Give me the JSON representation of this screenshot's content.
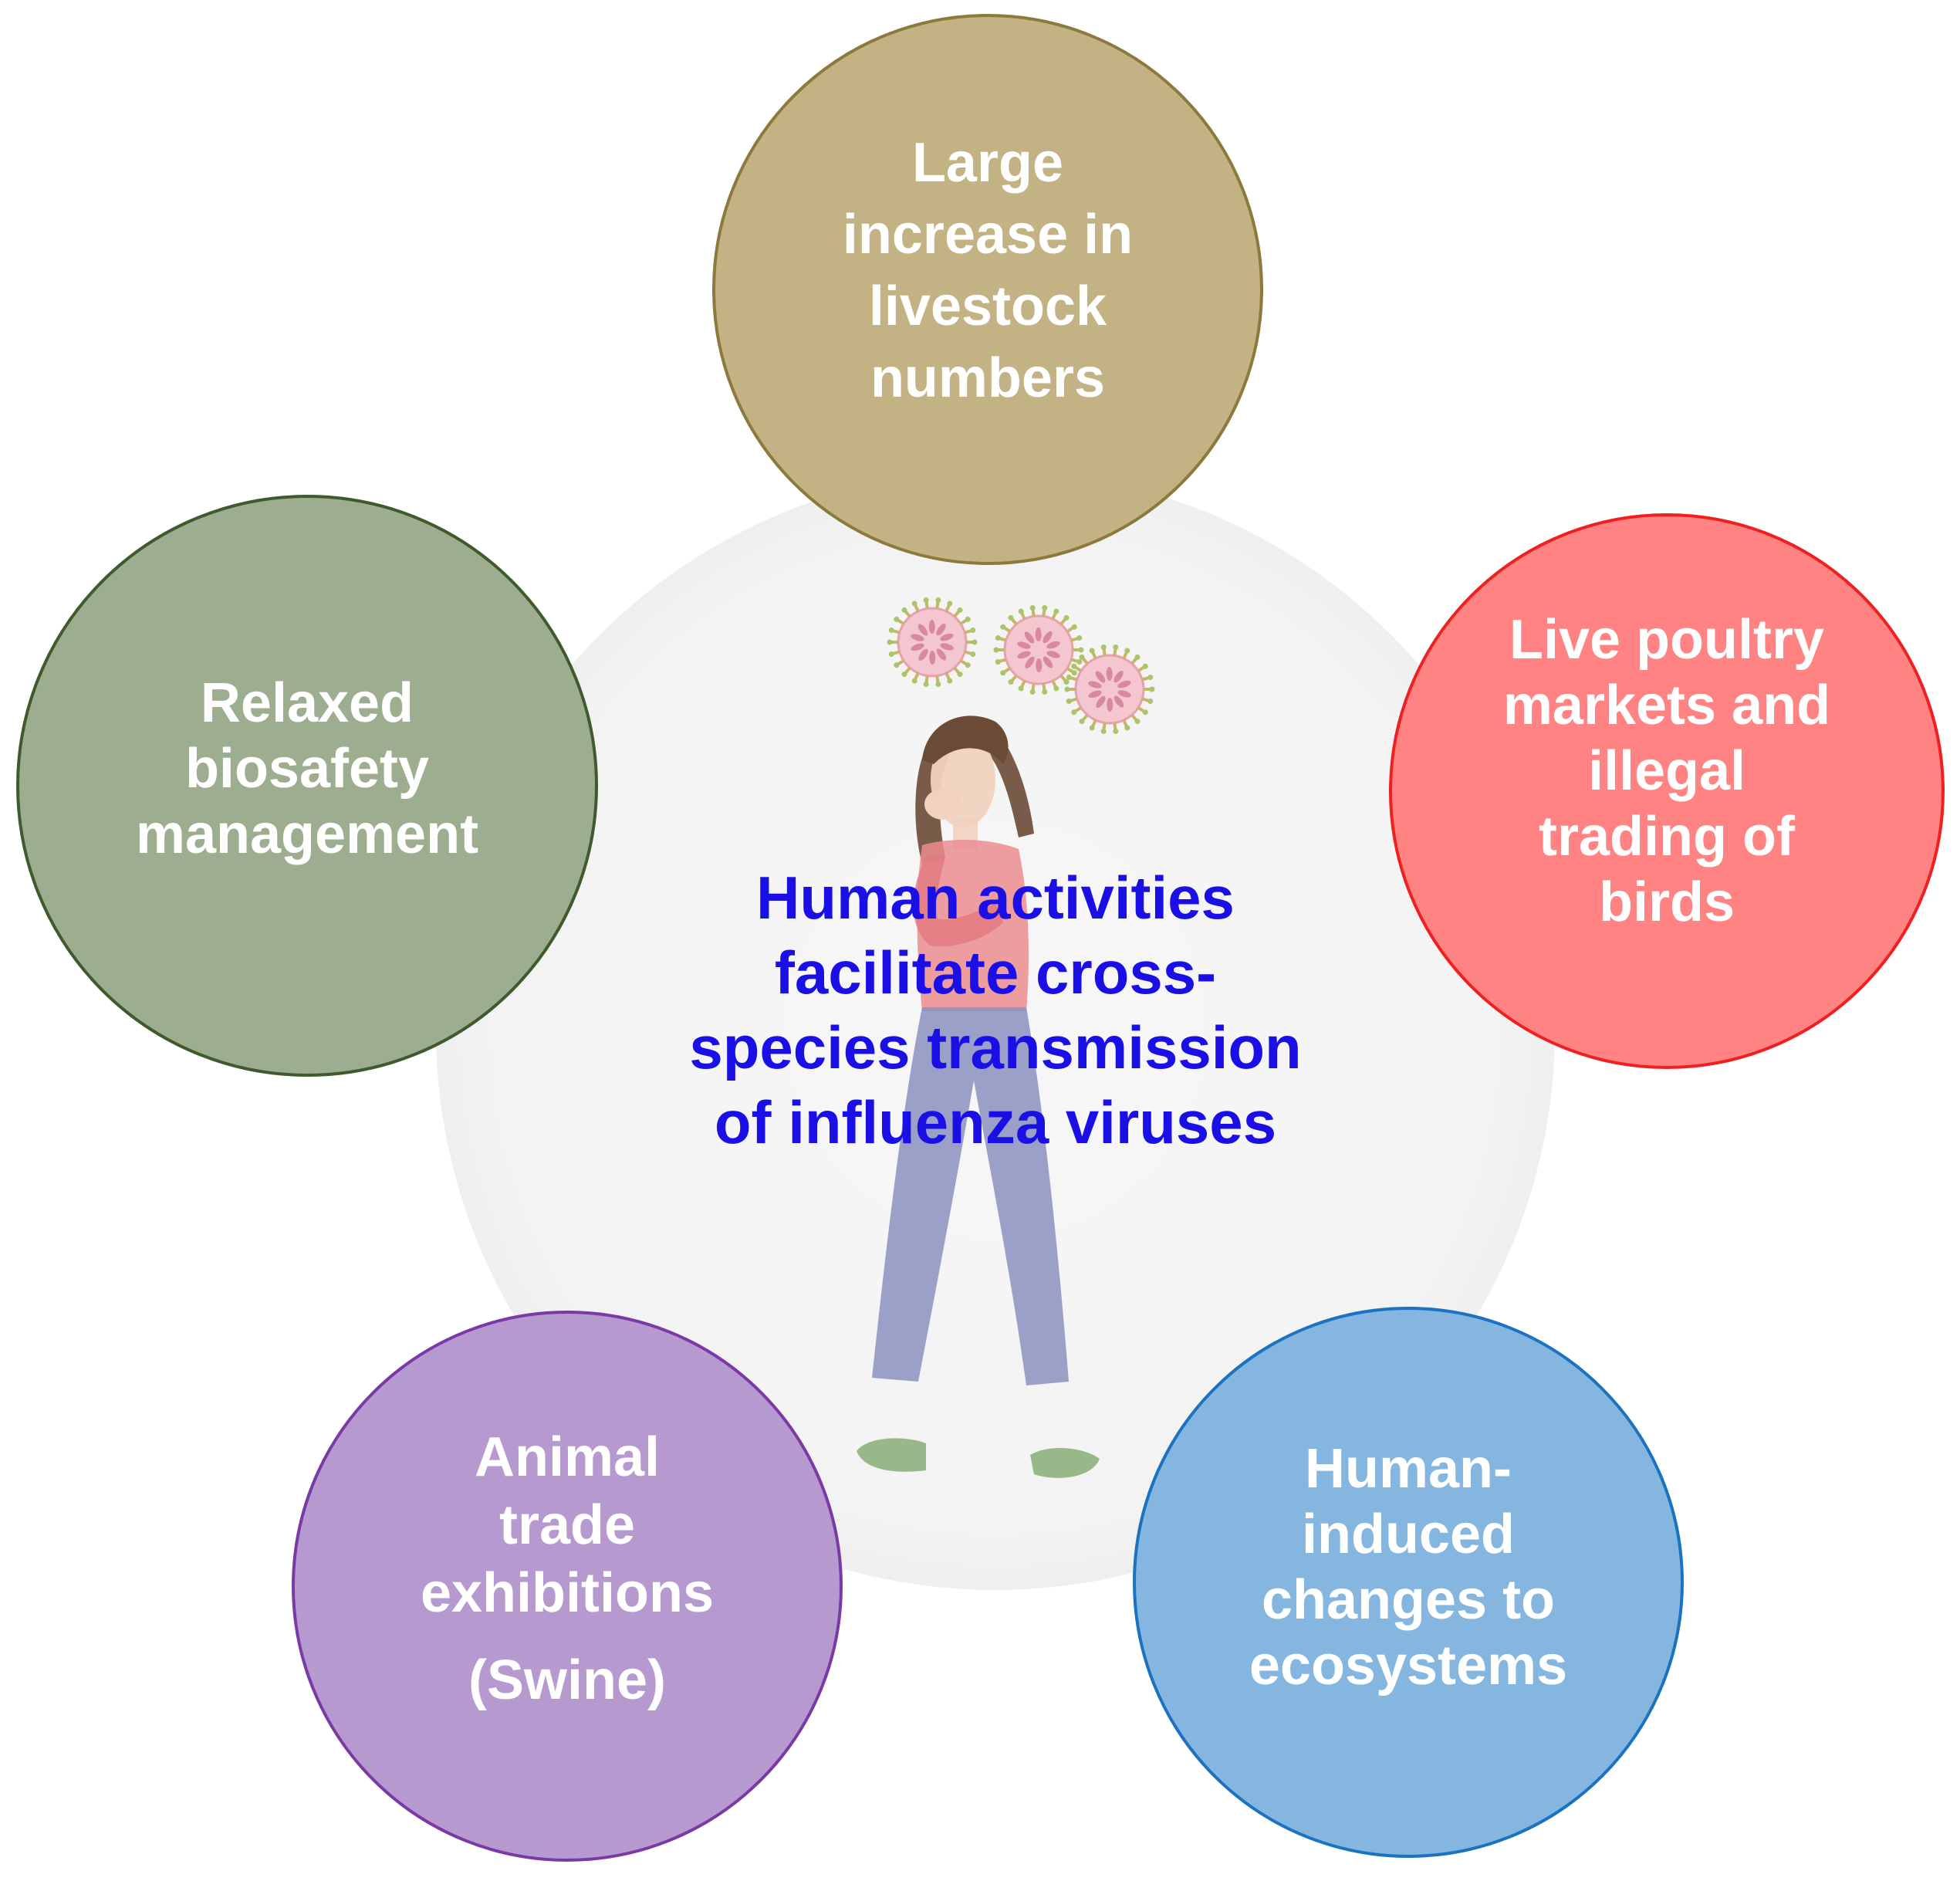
{
  "center": {
    "lines": [
      "Human activities",
      "facilitate cross-",
      "species transmission",
      "of influenza viruses"
    ],
    "color": "#1a10e6"
  },
  "nodes": [
    {
      "id": "livestock",
      "lines": [
        "Large",
        "increase  in",
        "livestock",
        "numbers"
      ],
      "fill": "#c0b080",
      "stroke": "#8c7a3c"
    },
    {
      "id": "poultry",
      "lines": [
        "Live poultry",
        "markets and",
        "illegal",
        "trading of",
        "birds"
      ],
      "fill": "#ff7f7f",
      "stroke": "#ee2020"
    },
    {
      "id": "ecosystems",
      "lines": [
        "Human-",
        "induced",
        "changes to",
        "ecosystems"
      ],
      "fill": "#80b4de",
      "stroke": "#1a72c0"
    },
    {
      "id": "exhibitions",
      "lines": [
        "Animal",
        "trade",
        "exhibitions",
        "(Swine)"
      ],
      "fill": "#b496cc",
      "stroke": "#7a3aa6"
    },
    {
      "id": "biosafety",
      "lines": [
        "Relaxed",
        "biosafety",
        "management"
      ],
      "fill": "#9aab8c",
      "stroke": "#3f5a2c"
    }
  ],
  "icons": {
    "figure": "coughing-person-icon",
    "virus": "influenza-virus-icon"
  }
}
